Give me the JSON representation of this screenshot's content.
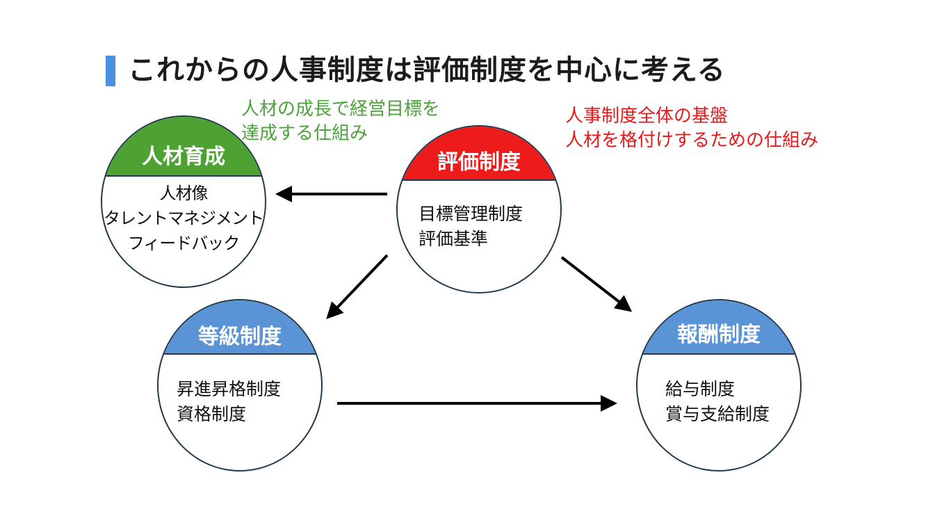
{
  "title": "これからの人事制度は評価制度を中心に考える",
  "notes": {
    "green": [
      "人材の成長で経営目標を",
      "達成する仕組み"
    ],
    "red": [
      "人事制度全体の基盤",
      "人材を格付けするための仕組み"
    ]
  },
  "nodes": {
    "jinzai": {
      "label": "人材育成",
      "items": [
        "人材像",
        "タレントマネジメント",
        "フィードバック"
      ]
    },
    "hyoka": {
      "label": "評価制度",
      "items": [
        "目標管理制度",
        "評価基準"
      ]
    },
    "tokyu": {
      "label": "等級制度",
      "items": [
        "昇進昇格制度",
        "資格制度"
      ]
    },
    "hoshu": {
      "label": "報酬制度",
      "items": [
        "給与制度",
        "賞与支給制度"
      ]
    }
  },
  "colors": {
    "title_accent": "#4a8fe0",
    "green": "#4ea232",
    "red": "#ee1b1b",
    "blue": "#5a93d6",
    "green_text": "#4aa33a",
    "red_text": "#e8191b"
  }
}
